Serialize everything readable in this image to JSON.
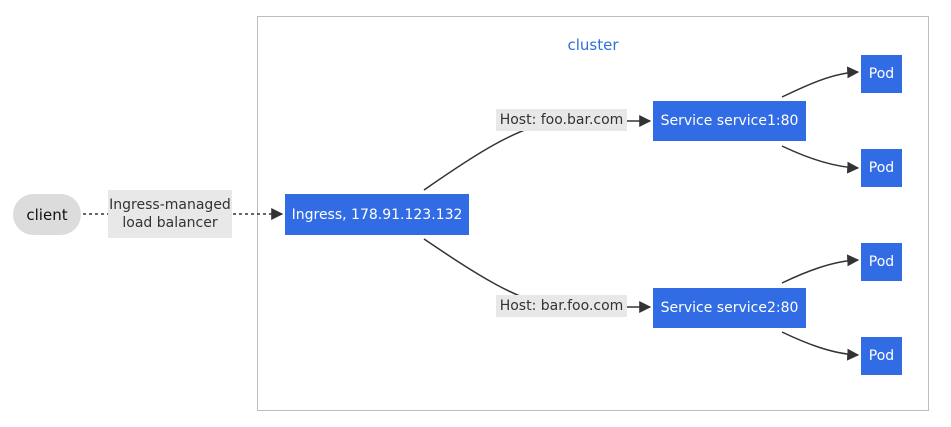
{
  "cluster": {
    "label": "cluster"
  },
  "nodes": {
    "client": "client",
    "ingress": "Ingress, 178.91.123.132",
    "service1": "Service service1:80",
    "service2": "Service service2:80",
    "pods": [
      "Pod",
      "Pod",
      "Pod",
      "Pod"
    ]
  },
  "edge_labels": {
    "load_balancer": [
      "Ingress-managed",
      "load balancer"
    ],
    "host1": "Host: foo.bar.com",
    "host2": "Host: bar.foo.com"
  },
  "colors": {
    "node_fill": "#326ce5",
    "node_text": "#ffffff",
    "client_fill": "#dcdcdc",
    "label_bg": "#e8e8e8",
    "cluster_border": "#bdbdbd",
    "cluster_label": "#2e6fd8",
    "edge": "#333333"
  }
}
